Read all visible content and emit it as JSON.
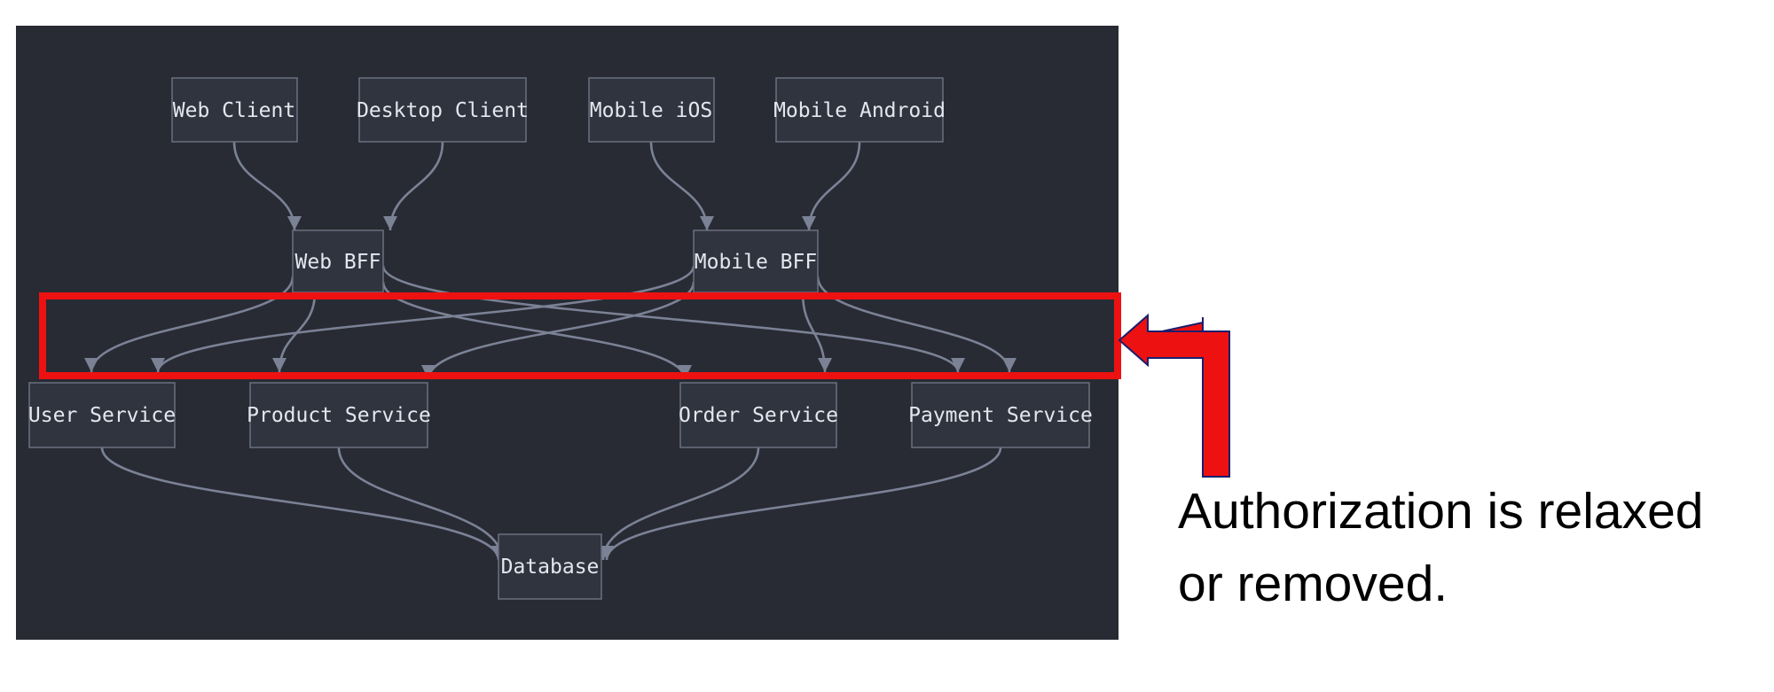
{
  "diagram": {
    "nodes": {
      "web_client": "Web Client",
      "desktop_client": "Desktop Client",
      "mobile_ios": "Mobile iOS",
      "mobile_android": "Mobile Android",
      "web_bff": "Web BFF",
      "mobile_bff": "Mobile BFF",
      "user_service": "User Service",
      "product_service": "Product Service",
      "order_service": "Order Service",
      "payment_service": "Payment Service",
      "database": "Database"
    },
    "edges": [
      [
        "web_client",
        "web_bff"
      ],
      [
        "desktop_client",
        "web_bff"
      ],
      [
        "mobile_ios",
        "mobile_bff"
      ],
      [
        "mobile_android",
        "mobile_bff"
      ],
      [
        "web_bff",
        "user_service"
      ],
      [
        "web_bff",
        "product_service"
      ],
      [
        "web_bff",
        "order_service"
      ],
      [
        "web_bff",
        "payment_service"
      ],
      [
        "mobile_bff",
        "user_service"
      ],
      [
        "mobile_bff",
        "product_service"
      ],
      [
        "mobile_bff",
        "order_service"
      ],
      [
        "mobile_bff",
        "payment_service"
      ],
      [
        "user_service",
        "database"
      ],
      [
        "product_service",
        "database"
      ],
      [
        "order_service",
        "database"
      ],
      [
        "payment_service",
        "database"
      ]
    ]
  },
  "annotation": {
    "text_line1": "Authorization is relaxed",
    "text_line2": "or removed.",
    "highlight_color": "#ee1111",
    "highlight_target": "BFF to service connections"
  }
}
